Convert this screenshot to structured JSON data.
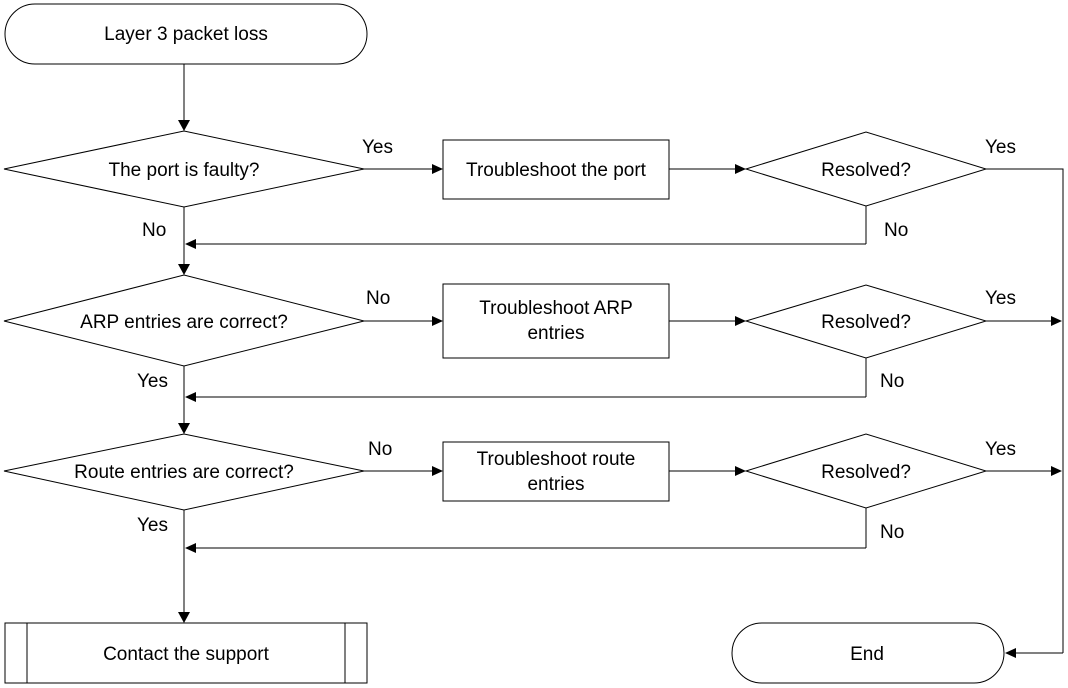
{
  "flowchart": {
    "start": "Layer 3 packet loss",
    "decisions": {
      "port": "The port is faulty?",
      "arp": "ARP entries are correct?",
      "route": "Route entries are correct?"
    },
    "actions": {
      "port": [
        "Troubleshoot the port"
      ],
      "arp": [
        "Troubleshoot ARP",
        "entries"
      ],
      "route": [
        "Troubleshoot route",
        "entries"
      ]
    },
    "resolved": "Resolved?",
    "contact": "Contact the support",
    "end": "End",
    "labels": {
      "port_yes": "Yes",
      "port_no": "No",
      "resolved1_yes": "Yes",
      "resolved1_no": "No",
      "arp_no": "No",
      "arp_yes": "Yes",
      "resolved2_yes": "Yes",
      "resolved2_no": "No",
      "route_no": "No",
      "route_yes": "Yes",
      "resolved3_yes": "Yes",
      "resolved3_no": "No"
    }
  }
}
